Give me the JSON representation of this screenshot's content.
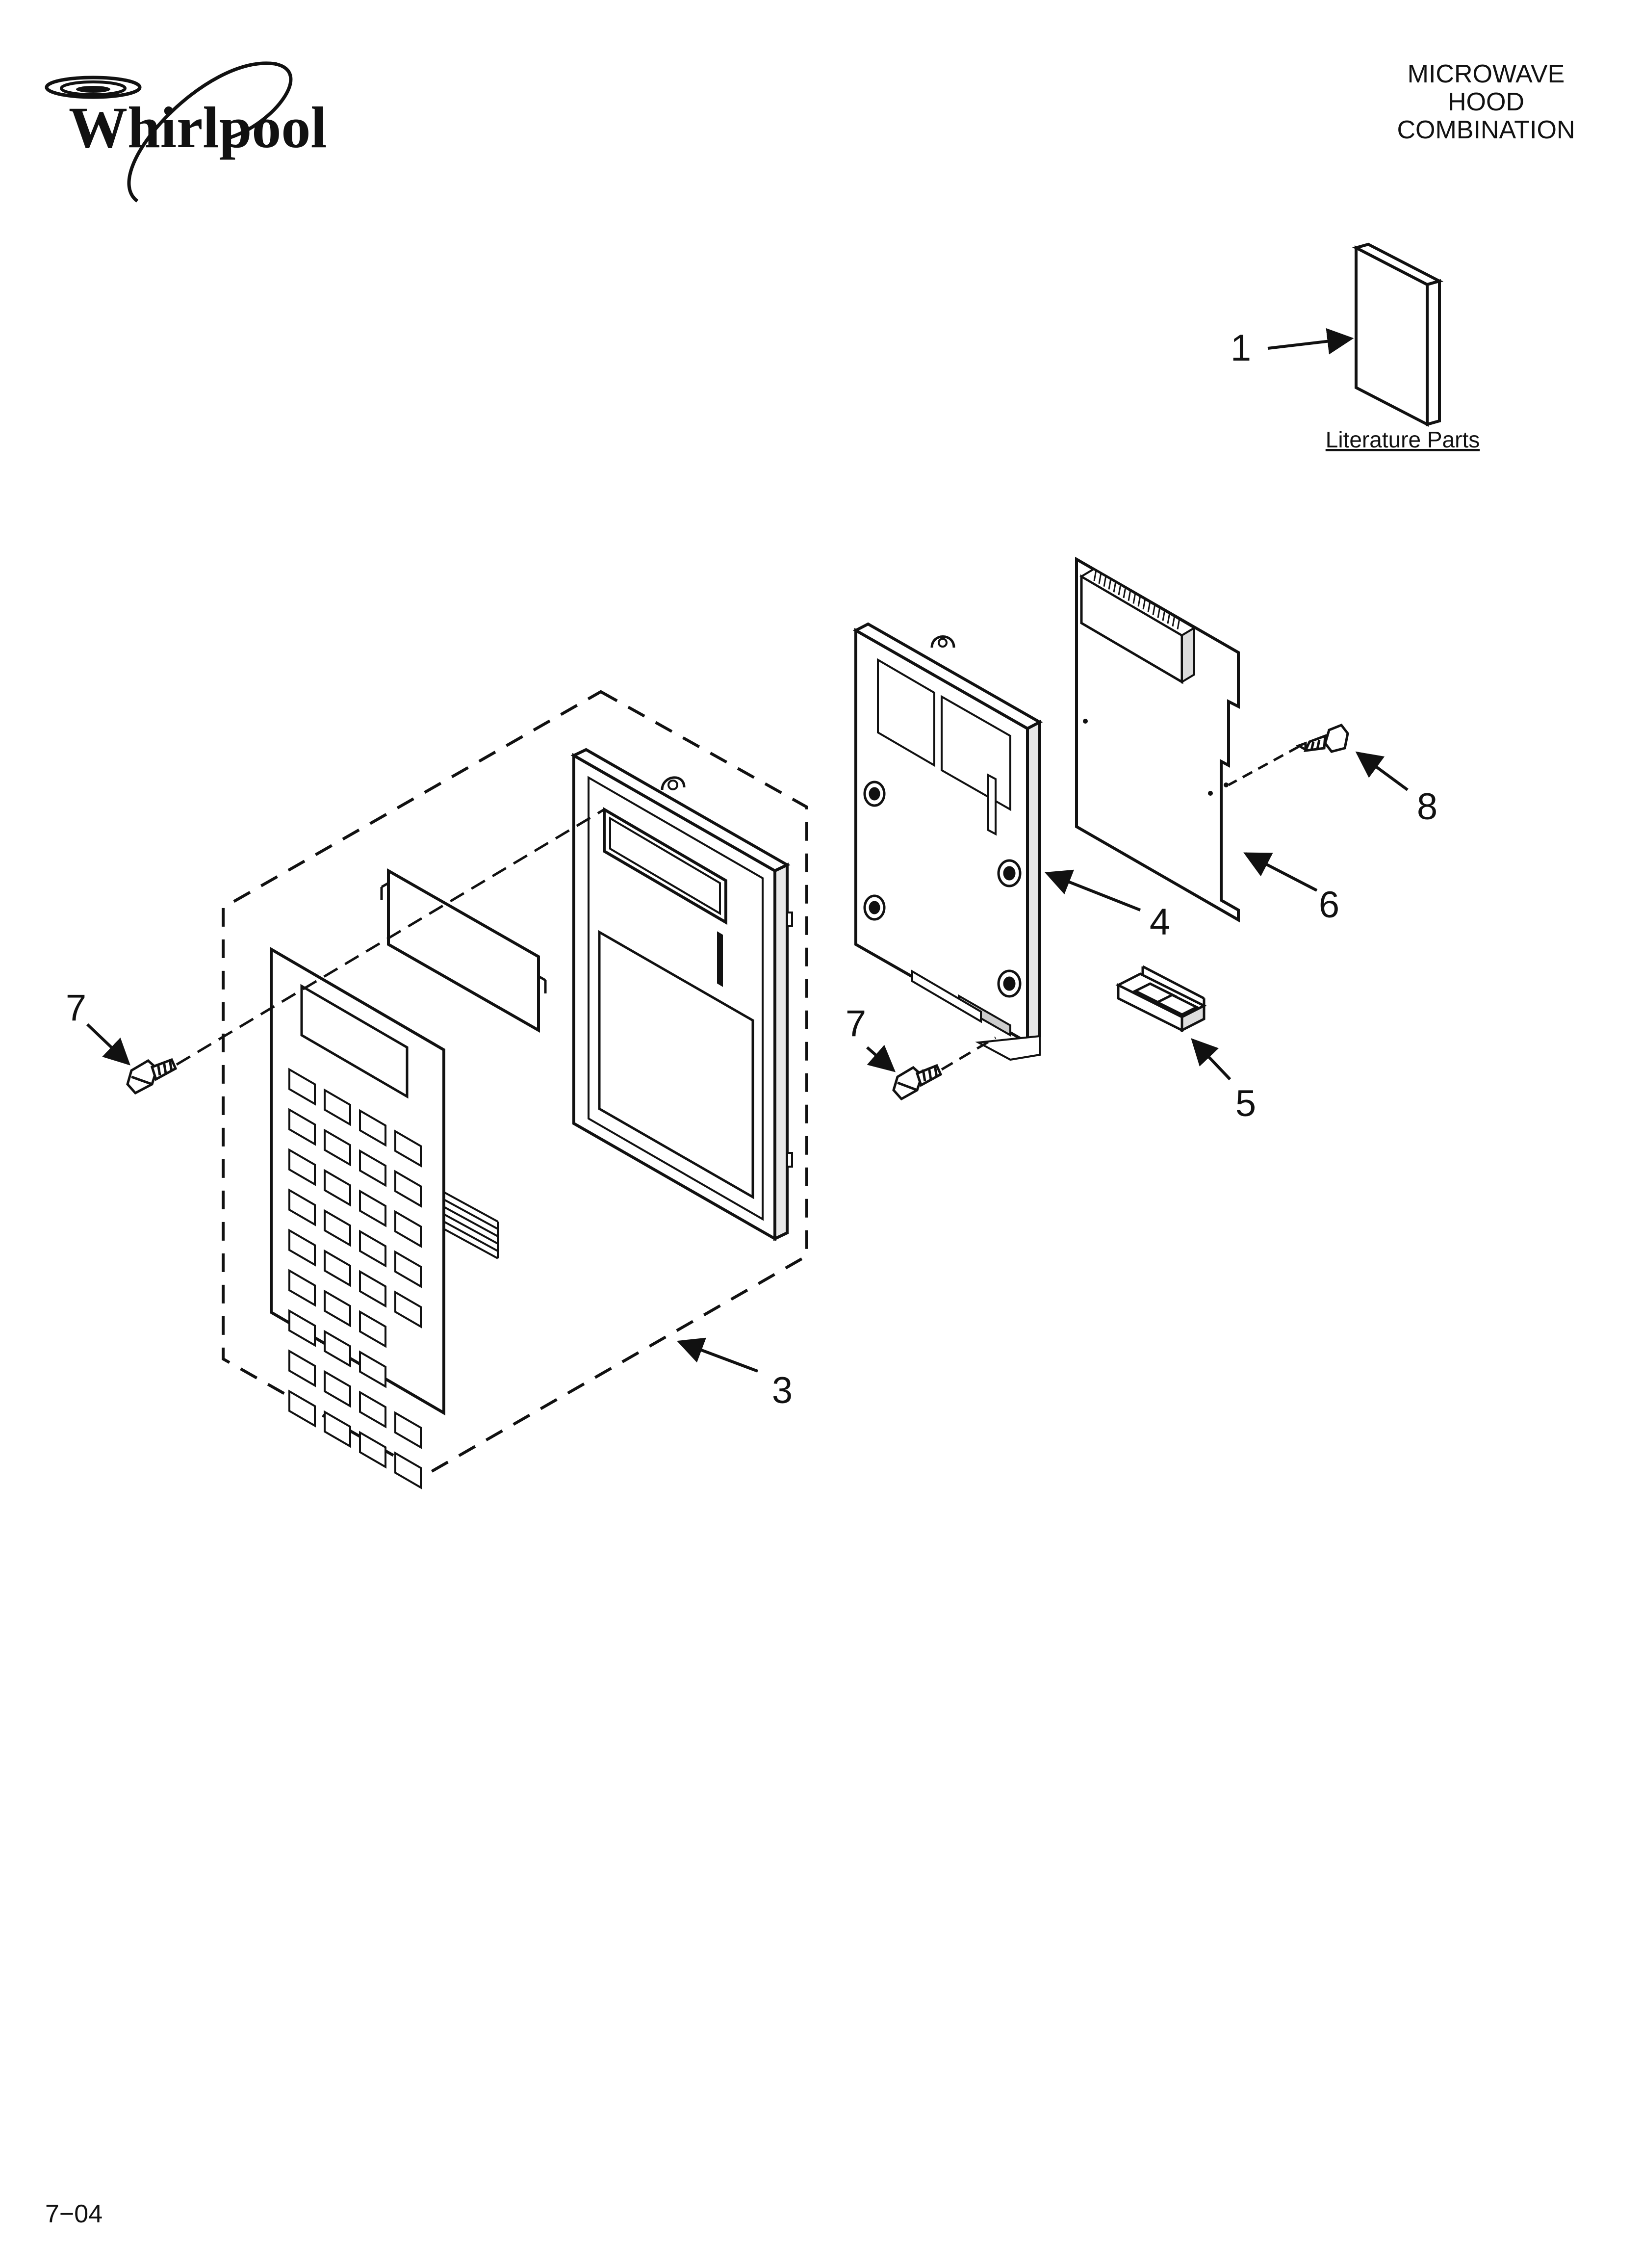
{
  "brand": {
    "logo_text": "Whirlpool"
  },
  "header": {
    "title_lines": [
      "MICROWAVE",
      "HOOD",
      "COMBINATION"
    ]
  },
  "literature": {
    "label": "Literature Parts"
  },
  "callouts": {
    "c1": "1",
    "c3": "3",
    "c4": "4",
    "c5": "5",
    "c6": "6",
    "c7a": "7",
    "c7b": "7",
    "c8": "8"
  },
  "footer": {
    "date_code": "7−04"
  },
  "colors": {
    "ink": "#111111",
    "paper": "#ffffff",
    "shade": "#d9d9d9"
  }
}
